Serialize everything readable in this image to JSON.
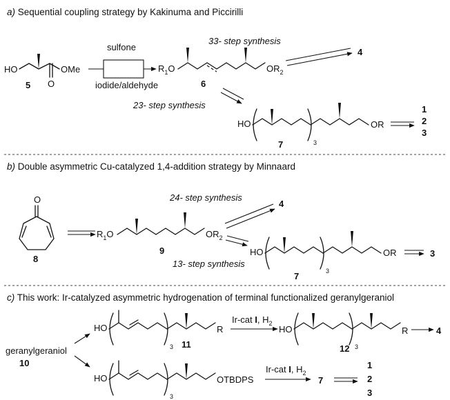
{
  "sections": {
    "a": {
      "letter": "a)",
      "title": " Sequential coupling strategy by Kakinuma and Piccirilli",
      "sulfone": "sulfone",
      "iodide": "iodide/aldehyde",
      "steps33": "33- step synthesis",
      "steps23": "23- step synthesis",
      "num5": "5",
      "num6": "6",
      "num7": "7",
      "num4": "4",
      "products": [
        "1",
        "2",
        "3"
      ],
      "ho": "HO",
      "ome": "OMe",
      "o": "O",
      "r1o": "R",
      "r1sub": "1",
      "r1tail": "O",
      "or2": "OR",
      "or2sub": "2",
      "or": "OR",
      "three": "3"
    },
    "b": {
      "letter": "b)",
      "title": " Double asymmetric Cu-catalyzed 1,4-addition strategy by Minnaard",
      "steps24": "24- step synthesis",
      "steps13": "13- step synthesis",
      "num8": "8",
      "num9": "9",
      "num7": "7",
      "num4": "4",
      "num3": "3",
      "o": "O",
      "r1o": "R",
      "r1sub": "1",
      "r1tail": "O",
      "or2": "OR",
      "or2sub": "2",
      "ho": "HO",
      "or": "OR",
      "three": "3"
    },
    "c": {
      "letter": "c)",
      "title": " This work: Ir-catalyzed asymmetric hydrogenation of terminal functionalized geranylgeraniol",
      "start": "geranylgeraniol",
      "num10": "10",
      "num11": "11",
      "num12": "12",
      "num7": "7",
      "num4": "4",
      "products": [
        "1",
        "2",
        "3"
      ],
      "ho": "HO",
      "r": "R",
      "otbdps": "OTBDPS",
      "three": "3",
      "catPre": "Ir-cat ",
      "catBold": "I",
      "catMid": ", H",
      "catSub": "2"
    }
  }
}
